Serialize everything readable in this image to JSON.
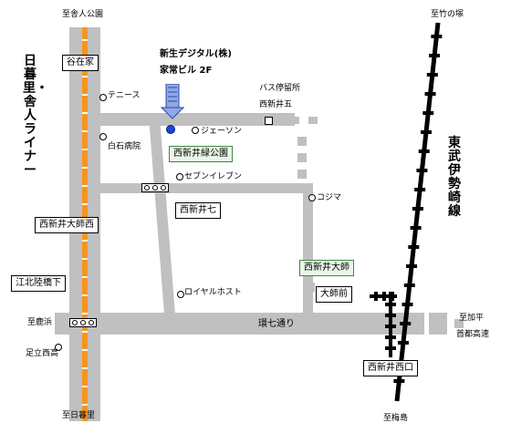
{
  "map": {
    "destination": {
      "name": "新生デジタル(株)",
      "building": "家常ビル 2F"
    },
    "lines": {
      "nippori_toneri": "日暮里・舎人ライナー",
      "tobu_isesaki": "東武伊勢崎線"
    },
    "directions": {
      "toneri_park": "至舎人公園",
      "nippori": "至日暮里",
      "takenotsuka": "至竹の塚",
      "umejima": "至梅島",
      "kahei": "至加平",
      "shuto_expressway": "首都高速",
      "shikahama": "至鹿浜"
    },
    "stations": {
      "yazaike": "谷在家",
      "nishiaraidaishinishi": "西新井大師西",
      "koboku_rikkyoshita": "江北陸橋下",
      "nishiaraidaishi": "西新井大師",
      "daishimae": "大師前",
      "nishiarai_nishiguchi": "西新井西口",
      "nishiarai7": "西新井七"
    },
    "landmarks": {
      "tennis": "テニース",
      "shiraishi_hospital": "白石病院",
      "jason": "ジェーソン",
      "seven_eleven": "セブンイレブン",
      "kojima": "コジマ",
      "royal_host": "ロイヤルホスト",
      "adachi_nishi_high": "足立西高",
      "bus_stop": "バス停留所",
      "nishiarai5": "西新井五",
      "nishiarai_midori_park": "西新井緑公園"
    },
    "roads": {
      "kannana": "環七通り"
    },
    "colors": {
      "liner": "#f7941d",
      "road": "#c0c0c0",
      "railway": "#000000",
      "pin": "#1b46d8",
      "arrow": "#5b7fd1"
    }
  }
}
